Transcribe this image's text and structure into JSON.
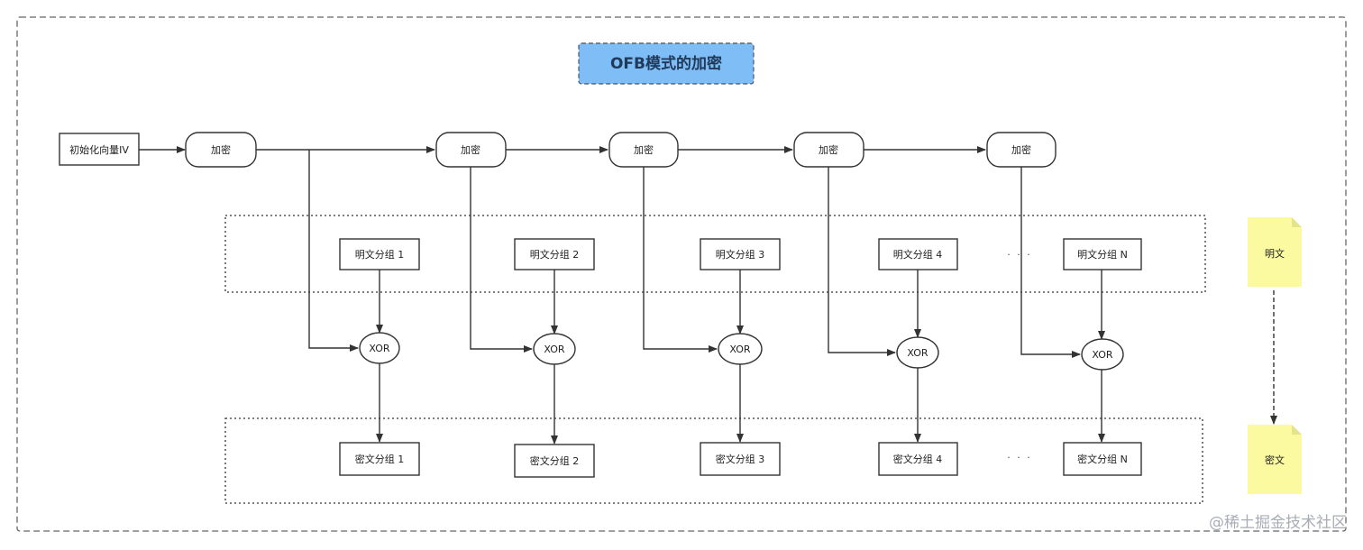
{
  "title": "OFB模式的加密",
  "iv_box": "初始化向量IV",
  "encrypt_blocks": [
    "加密",
    "加密",
    "加密",
    "加密",
    "加密"
  ],
  "plaintext_blocks": [
    "明文分组 1",
    "明文分组 2",
    "明文分组 3",
    "明文分组 4",
    "明文分组 N"
  ],
  "xor_nodes": [
    "XOR",
    "XOR",
    "XOR",
    "XOR",
    "XOR"
  ],
  "ciphertext_blocks": [
    "密文分组 1",
    "密文分组 2",
    "密文分组 3",
    "密文分组 4",
    "密文分组 N"
  ],
  "ellipsis": "· · ·",
  "legend": {
    "plaintext": "明文",
    "ciphertext": "密文"
  },
  "colors": {
    "title_fill": "#7fbdf6",
    "note_fill": "#fbfaa1",
    "line": "#333333"
  },
  "watermark": "@稀土掘金技术社区"
}
